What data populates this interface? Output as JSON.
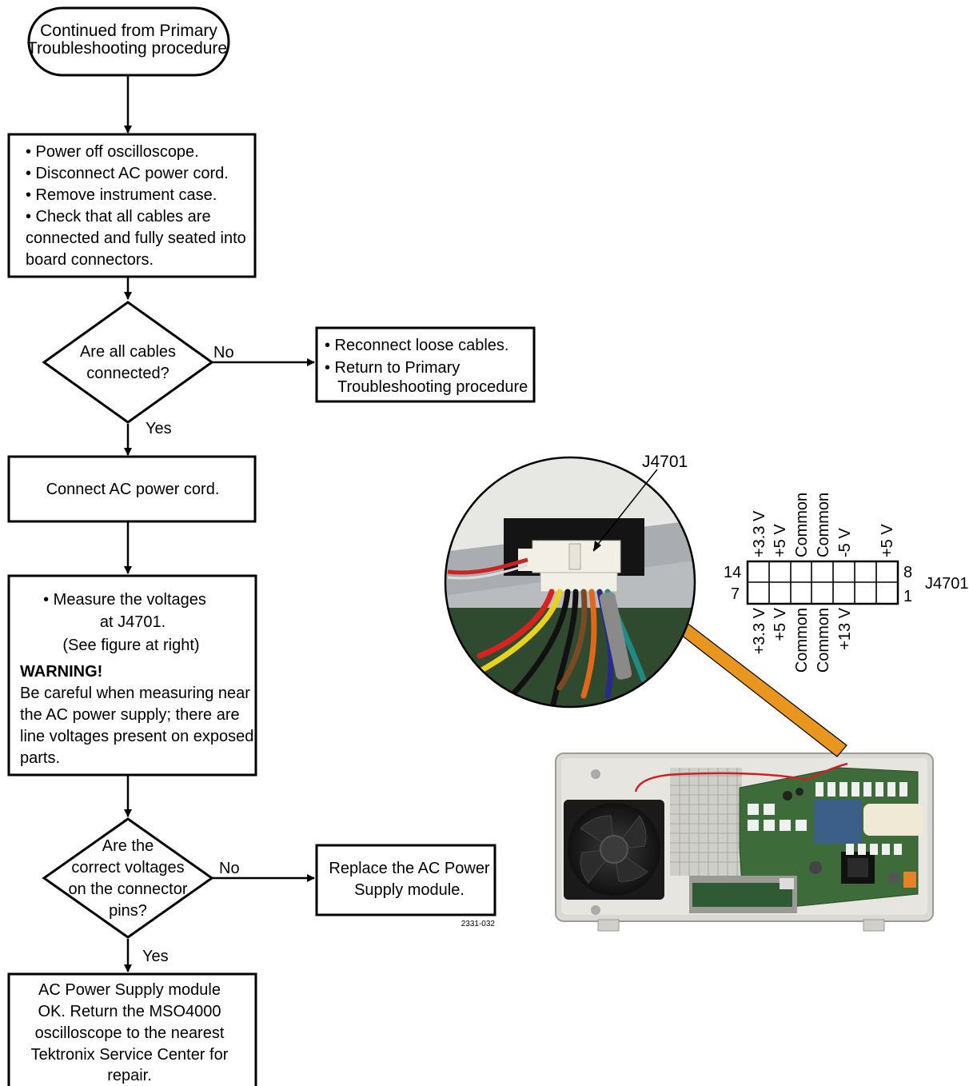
{
  "start": {
    "lines": [
      "Continued from Primary",
      "Troubleshooting procedure"
    ]
  },
  "step1": {
    "lines": [
      "• Power off oscilloscope.",
      "• Disconnect AC power cord.",
      "• Remove instrument case.",
      "• Check that all cables are",
      "connected and fully seated into",
      "board connectors."
    ]
  },
  "decision1": {
    "lines": [
      "Are all cables",
      "connected?"
    ],
    "no_label": "No",
    "yes_label": "Yes"
  },
  "action_reconnect": {
    "lines": [
      "• Reconnect loose cables.",
      "• Return to Primary",
      "Troubleshooting procedure"
    ]
  },
  "step2": {
    "label": "Connect AC power cord."
  },
  "step3": {
    "lines": [
      "• Measure the voltages",
      "at J4701.",
      "(See figure at right)"
    ],
    "warning_title": "WARNING!",
    "warning_lines": [
      "Be careful when measuring near",
      "the AC power supply;  there are",
      "line voltages present on exposed",
      "parts."
    ]
  },
  "decision2": {
    "lines": [
      "Are the",
      "correct voltages",
      "on the connector",
      "pins?"
    ],
    "no_label": "No",
    "yes_label": "Yes"
  },
  "action_replace": {
    "lines": [
      "Replace the AC Power",
      "Supply module."
    ]
  },
  "figure_id": "2331-032",
  "end": {
    "lines": [
      "AC Power  Supply module",
      "OK. Return the MSO4000",
      "oscilloscope to the nearest",
      "Tektronix Service Center for",
      "repair."
    ]
  },
  "connector": {
    "callout_label": "J4701",
    "name": "J4701",
    "pin_top_left": "14",
    "pin_top_right": "8",
    "pin_bottom_left": "7",
    "pin_bottom_right": "1",
    "top_pins": [
      "+3.3 V",
      "+5 V",
      "Common",
      "Common",
      "-5 V",
      "",
      "+5 V"
    ],
    "bottom_pins": [
      "+3.3 V",
      "+5 V",
      "Common",
      "Common",
      "+13 V",
      "",
      ""
    ]
  },
  "colors": {
    "arrow_accent": "#E8961E",
    "chassis": "#D8D8D4",
    "board": "#3E6B3A"
  }
}
